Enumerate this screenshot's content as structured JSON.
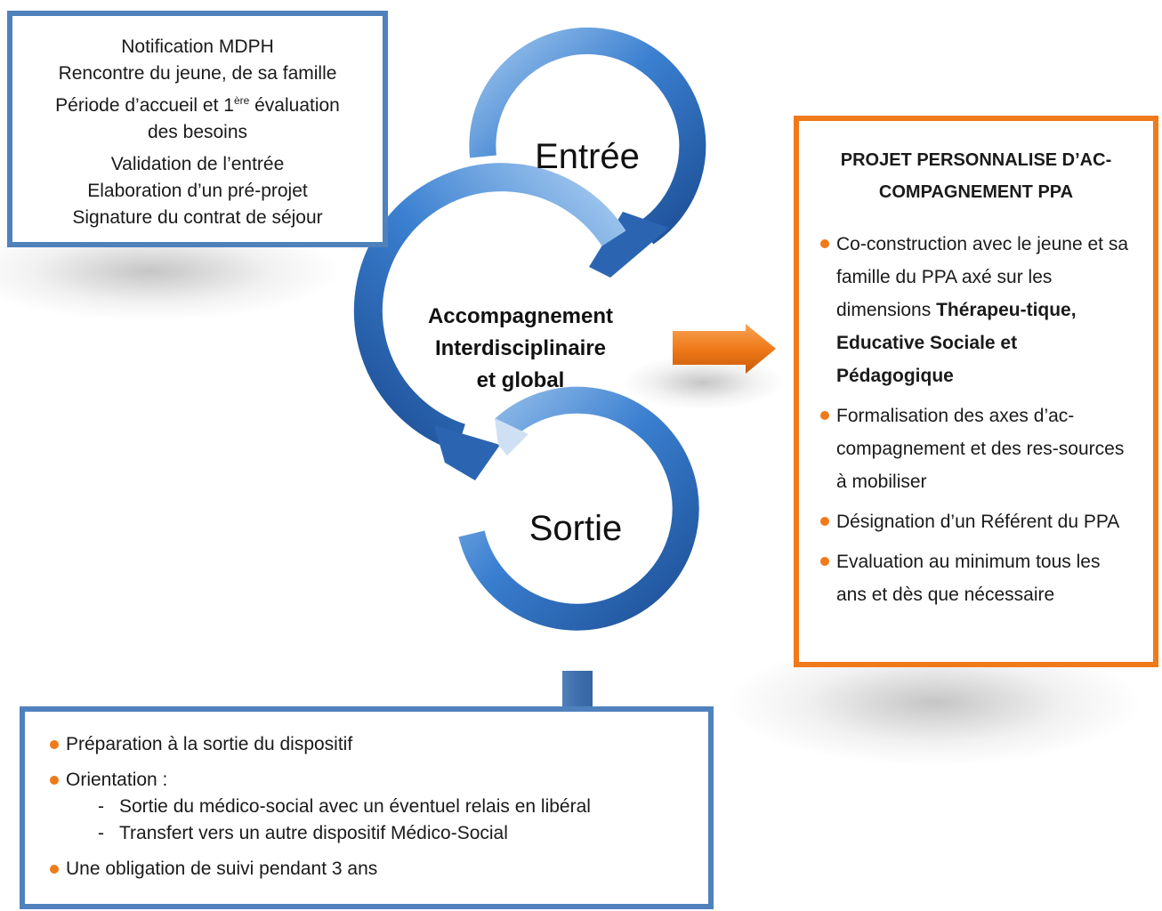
{
  "entry_box": {
    "lines": [
      "Notification MDPH",
      "Rencontre du jeune, de sa famille",
      "Période d’accueil et 1",
      "ère",
      " évaluation",
      "des besoins",
      "Validation de l’entrée",
      "Elaboration d’un pré-projet",
      "Signature du contrat de séjour"
    ]
  },
  "cycle": {
    "entree": "Entrée",
    "accompagnement": [
      "Accompagnement",
      "Interdisciplinaire",
      "et global"
    ],
    "sortie": "Sortie"
  },
  "ppa_box": {
    "title_line1": "PROJET PERSONNALISE D’AC-",
    "title_line2": "COMPAGNEMENT PPA",
    "item1_part1": "Co-construction avec le jeune et sa famille du PPA axé sur les dimensions ",
    "item1_bold": "Thérapeu-tique, Educative Sociale et Pédagogique",
    "item2": "Formalisation des axes d’ac-compagnement et des res-sources à mobiliser",
    "item3": "Désignation d’un Référent du PPA",
    "item4": "Evaluation au minimum tous les ans et dès que nécessaire"
  },
  "exit_box": {
    "item1": "Préparation à la sortie du dispositif",
    "item2": "Orientation :",
    "sub_dash": "-",
    "sub1": "Sortie du médico-social avec un éventuel relais en libéral",
    "sub2": "Transfert vers un autre dispositif Médico-Social",
    "item3": "Une obligation de suivi pendant 3 ans"
  },
  "colors": {
    "blue_border": "#4f81bd",
    "orange_border": "#f07a1a",
    "arrow_blue": "#2e6fb8",
    "arrow_orange": "#f07a1a"
  },
  "icons": {
    "right_arrow": "orange-right-arrow-icon",
    "down_arrow": "blue-down-arrow-icon"
  }
}
